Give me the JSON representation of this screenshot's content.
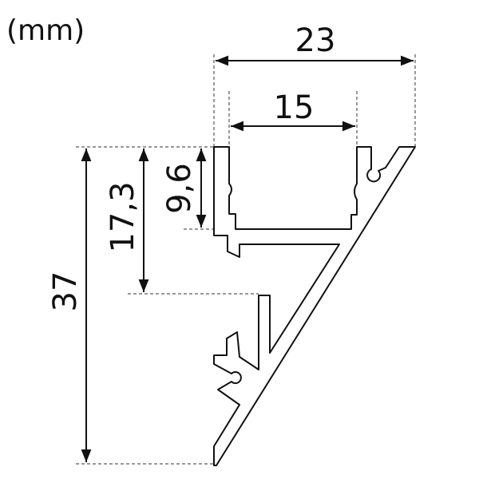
{
  "unit_label": "(mm)",
  "dimensions": {
    "overall_width": "23",
    "inner_width": "15",
    "total_height": "37",
    "mid_height": "17,3",
    "channel_depth": "9,6"
  }
}
